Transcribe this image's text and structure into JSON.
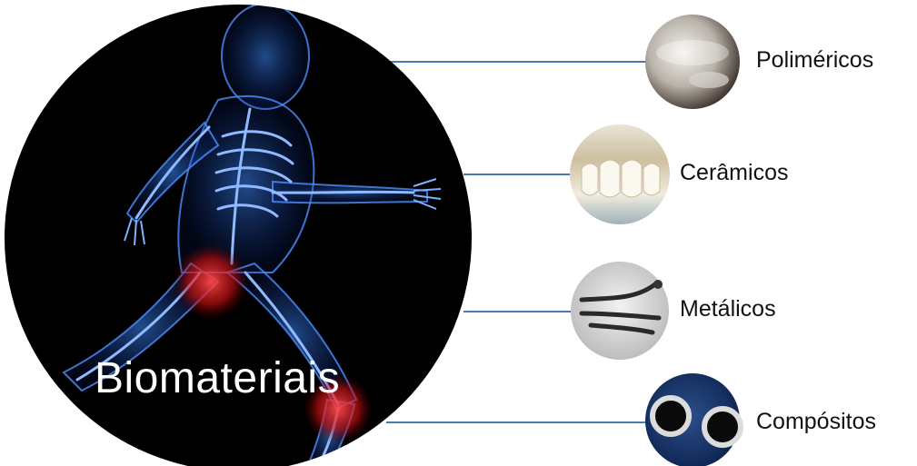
{
  "main": {
    "title": "Biomateriais",
    "image_icon": "running-skeleton-xray-icon",
    "colors": {
      "background": "#000000",
      "skeleton": "#3a7cff",
      "highlight": "#ff2a2a",
      "connector": "#4a78b5"
    }
  },
  "categories": [
    {
      "label": "Poliméricos",
      "icon": "polymer-implant-icon"
    },
    {
      "label": "Cerâmicos",
      "icon": "ceramic-teeth-icon"
    },
    {
      "label": "Metálicos",
      "icon": "metal-hip-stem-icon"
    },
    {
      "label": "Compósitos",
      "icon": "composite-disc-icon"
    }
  ]
}
